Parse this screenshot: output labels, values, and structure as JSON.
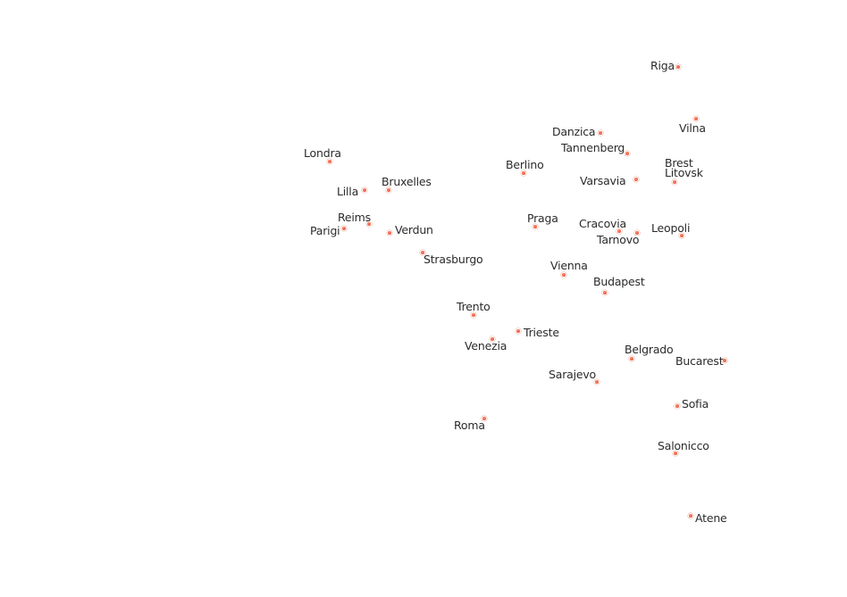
{
  "marker_color": "#e8583f",
  "label_color": "#2b2b2b",
  "cities": [
    {
      "id": "riga",
      "name": "Riga"
    },
    {
      "id": "vilna",
      "name": "Vilna"
    },
    {
      "id": "danzica",
      "name": "Danzica"
    },
    {
      "id": "tannenberg",
      "name": "Tannenberg"
    },
    {
      "id": "brest-litovsk",
      "name": "Brest\nLitovsk"
    },
    {
      "id": "londra",
      "name": "Londra"
    },
    {
      "id": "berlino",
      "name": "Berlino"
    },
    {
      "id": "varsavia",
      "name": "Varsavia"
    },
    {
      "id": "lilla",
      "name": "Lilla"
    },
    {
      "id": "bruxelles",
      "name": "Bruxelles"
    },
    {
      "id": "reims",
      "name": "Reims"
    },
    {
      "id": "parigi",
      "name": "Parigi"
    },
    {
      "id": "verdun",
      "name": "Verdun"
    },
    {
      "id": "praga",
      "name": "Praga"
    },
    {
      "id": "cracovia",
      "name": "Cracovia"
    },
    {
      "id": "tarnovo",
      "name": "Tarnovo"
    },
    {
      "id": "leopoli",
      "name": "Leopoli"
    },
    {
      "id": "strasburgo",
      "name": "Strasburgo"
    },
    {
      "id": "vienna",
      "name": "Vienna"
    },
    {
      "id": "budapest",
      "name": "Budapest"
    },
    {
      "id": "trento",
      "name": "Trento"
    },
    {
      "id": "trieste",
      "name": "Trieste"
    },
    {
      "id": "venezia",
      "name": "Venezia"
    },
    {
      "id": "belgrado",
      "name": "Belgrado"
    },
    {
      "id": "bucarest",
      "name": "Bucarest"
    },
    {
      "id": "sarajevo",
      "name": "Sarajevo"
    },
    {
      "id": "sofia",
      "name": "Sofia"
    },
    {
      "id": "roma",
      "name": "Roma"
    },
    {
      "id": "salonicco",
      "name": "Salonicco"
    },
    {
      "id": "atene",
      "name": "Atene"
    }
  ]
}
